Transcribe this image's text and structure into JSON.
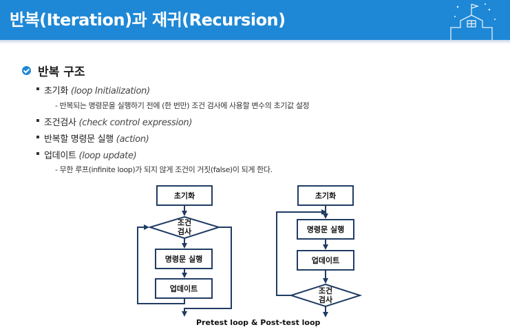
{
  "header": {
    "title": "반복(Iteration)과 재귀(Recursion)",
    "logo_icon": "school-building-icon"
  },
  "section": {
    "heading": "반복 구조",
    "items": [
      {
        "label": "초기화",
        "italic": "(loop Initialization)"
      },
      {
        "label": "조건검사",
        "italic": "(check control expression)"
      },
      {
        "label": "반복할 명령문 실행",
        "italic": "(action)"
      },
      {
        "label": "업데이트",
        "italic": "(loop update)"
      }
    ],
    "notes": [
      "-  반복되는 명령문을 실행하기 전에 (한 번만) 조건 검사에 사용할 변수의 초기값 설정",
      "-  무한 루프(infinite loop)가 되지 않게 조건이 거짓(false)이 되게 한다."
    ]
  },
  "diagram": {
    "pretest": {
      "init": "초기화",
      "cond_line1": "조건",
      "cond_line2": "검사",
      "action": "명령문 실행",
      "update": "업데이트"
    },
    "posttest": {
      "init": "초기화",
      "action": "명령문 실행",
      "update": "업데이트",
      "cond_line1": "조건",
      "cond_line2": "검사"
    },
    "caption": "Pretest loop & Post-test loop"
  },
  "colors": {
    "header": "#1e88d6",
    "box_stroke": "#1f3b63"
  }
}
